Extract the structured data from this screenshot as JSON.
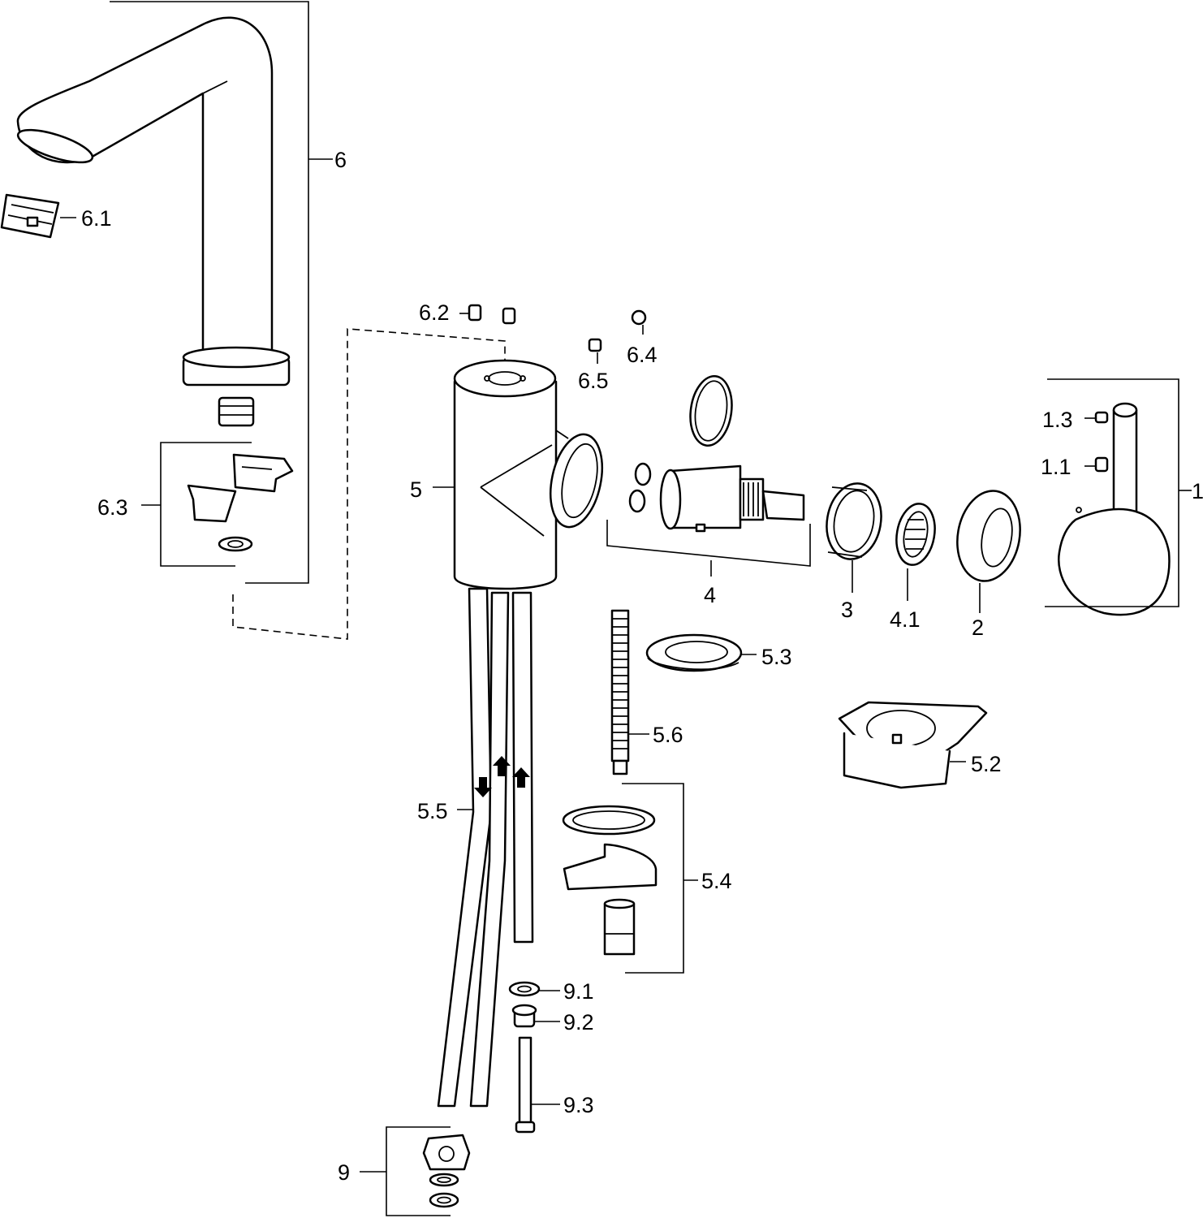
{
  "labels": {
    "l1": "1",
    "l1_1": "1.1",
    "l1_3": "1.3",
    "l2": "2",
    "l3": "3",
    "l4": "4",
    "l4_1": "4.1",
    "l5": "5",
    "l5_2": "5.2",
    "l5_3": "5.3",
    "l5_4": "5.4",
    "l5_5": "5.5",
    "l5_6": "5.6",
    "l6": "6",
    "l6_1": "6.1",
    "l6_2": "6.2",
    "l6_3": "6.3",
    "l6_4": "6.4",
    "l6_5": "6.5",
    "l9": "9",
    "l9_1": "9.1",
    "l9_2": "9.2",
    "l9_3": "9.3"
  }
}
